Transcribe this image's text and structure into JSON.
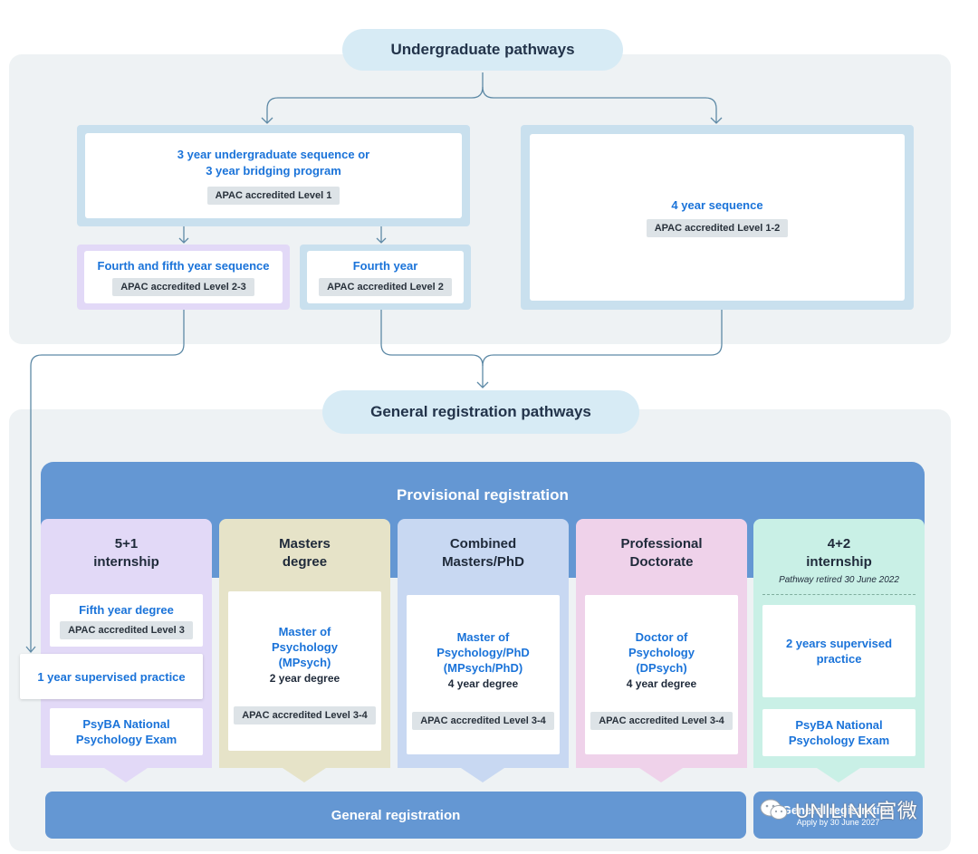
{
  "undergrad": {
    "title": "Undergraduate pathways",
    "three_year": {
      "line1": "3 year undergraduate sequence or",
      "line2": "3 year bridging program",
      "tag": "APAC accredited Level 1"
    },
    "four_five": {
      "title": "Fourth and fifth year sequence",
      "tag": "APAC accredited Level 2-3"
    },
    "fourth": {
      "title": "Fourth year",
      "tag": "APAC accredited Level 2"
    },
    "four_year": {
      "title": "4 year sequence",
      "tag": "APAC accredited Level 1-2"
    }
  },
  "general": {
    "title": "General registration pathways",
    "provisional": "Provisional registration",
    "registration": "General registration",
    "registration_right": "General registration",
    "apply_note": "Apply by 30 June 2027"
  },
  "columns": [
    {
      "head1": "5+1",
      "head2": "internship",
      "card1": {
        "title": "Fifth year degree",
        "tag": "APAC accredited Level 3"
      },
      "supervised": "1 year supervised practice",
      "exam1": "PsyBA National",
      "exam2": "Psychology Exam"
    },
    {
      "head1": "Masters",
      "head2": "degree",
      "t1": "Master of",
      "t2": "Psychology",
      "t3": "(MPsych)",
      "sub": "2 year degree",
      "tag": "APAC accredited Level 3-4"
    },
    {
      "head1": "Combined",
      "head2": "Masters/PhD",
      "t1": "Master of",
      "t2": "Psychology/PhD",
      "t3": "(MPsych/PhD)",
      "sub": "4 year degree",
      "tag": "APAC accredited Level 3-4"
    },
    {
      "head1": "Professional",
      "head2": "Doctorate",
      "t1": "Doctor of",
      "t2": "Psychology",
      "t3": "(DPsych)",
      "sub": "4 year degree",
      "tag": "APAC accredited Level 3-4"
    },
    {
      "head1": "4+2",
      "head2": "internship",
      "note": "Pathway retired 30 June 2022",
      "card1a": "2 years supervised",
      "card1b": "practice",
      "exam1": "PsyBA National",
      "exam2": "Psychology Exam"
    }
  ],
  "watermark": "UNILINK官微",
  "colors": {
    "panel": "#eef2f4",
    "pill": "#d7ebf5",
    "frame_blue": "#c9e0ee",
    "frame_purple": "#e2d9f7",
    "bar": "#6497d3",
    "col_purple": "#e2d9f7",
    "col_olive": "#e6e3c8",
    "col_blue": "#c8d8f2",
    "col_pink": "#efd2ea",
    "col_mint": "#c9f0e6",
    "accent_text": "#1a73d9"
  }
}
